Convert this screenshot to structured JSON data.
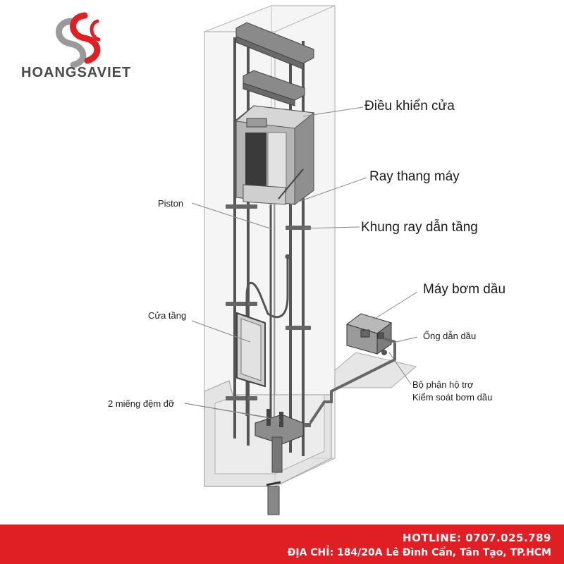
{
  "brand": {
    "name": "HOANGSAVIET",
    "logo_colors": {
      "primary": "#e01f25",
      "secondary": "#9a9a9a"
    }
  },
  "labels": {
    "door_operator": "Điều khiển cửa",
    "guide_rail": "Ray thang máy",
    "rail_bracket": "Khung ray dẫn tầng",
    "oil_pump": "Máy bơm dầu",
    "oil_pipe": "Ống dẫn dầu",
    "pump_control_line1": "Bộ phận hộ trợ",
    "pump_control_line2": "Kiểm soát bơm dầu",
    "piston": "Piston",
    "landing_door": "Cửa tầng",
    "buffers": "2 miếng đệm đỡ"
  },
  "footer": {
    "hotline": "HOTLINE: 0707.025.789",
    "address": "ĐỊA CHỈ: 184/20A Lê Đình Cẩn, Tân Tạo, TP.HCM",
    "color": "#e01f25"
  }
}
